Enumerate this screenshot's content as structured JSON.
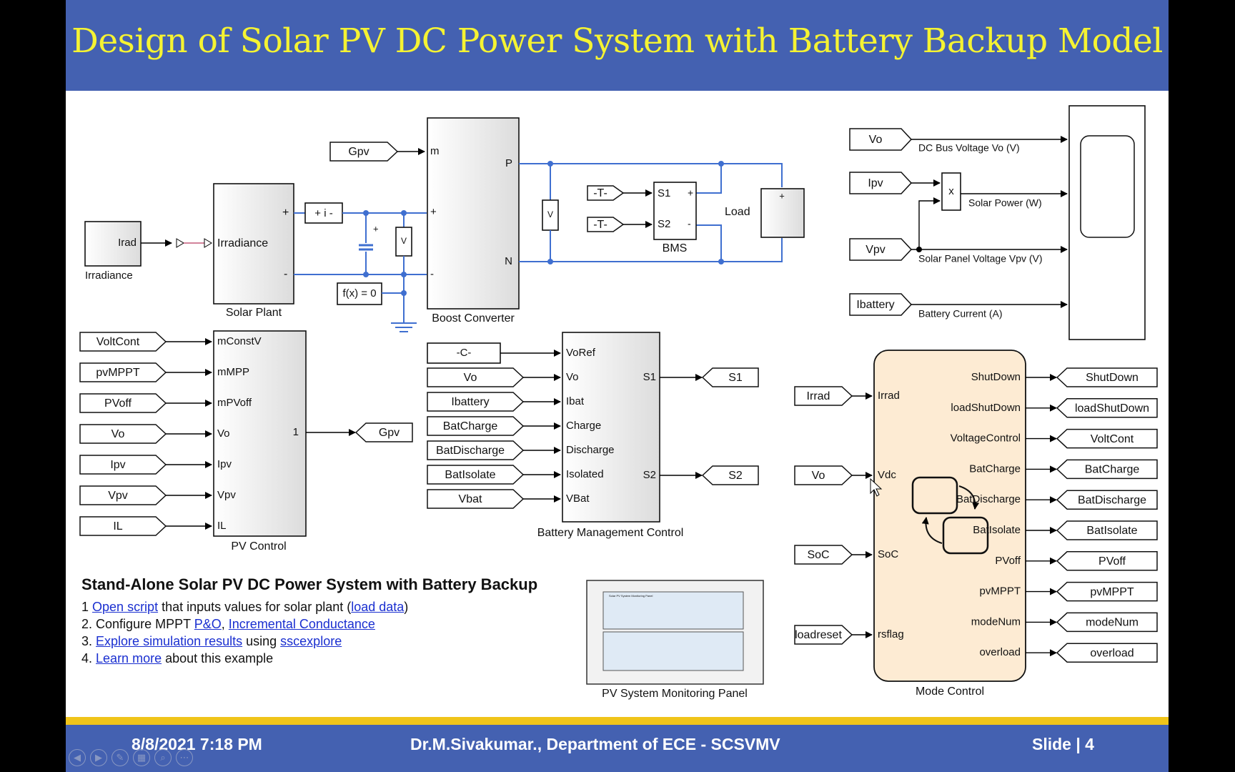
{
  "slide": {
    "title": "Design of Solar PV DC Power System with Battery Backup Model",
    "footer_date": "8/8/2021 7:18 PM",
    "footer_author": "Dr.M.Sivakumar., Department of ECE - SCSVMV",
    "footer_slide": "Slide  | 4"
  },
  "model": {
    "irradiance": {
      "inport": "Irad",
      "label": "Irradiance"
    },
    "solar_plant": {
      "port": "Irradiance",
      "label": "Solar Plant"
    },
    "gpv_goto": "Gpv",
    "boost": {
      "in_m": "m",
      "in_plus": "+",
      "in_minus": "-",
      "out_p": "P",
      "out_n": "N",
      "label": "Boost Converter"
    },
    "current_sensor": "+ i -",
    "fx": "f(x) = 0",
    "const_T": "-T-",
    "bms": {
      "s1": "S1",
      "s2": "S2",
      "label": "BMS"
    },
    "load_label": "Load",
    "scope_signals": [
      {
        "from": "Vo",
        "label": "DC Bus Voltage Vo (V)"
      },
      {
        "from": "Ipv",
        "label": "Solar Power (W)"
      },
      {
        "from": "Vpv",
        "label": "Solar Panel Voltage Vpv (V)"
      },
      {
        "from": "Ibattery",
        "label": "Battery Current (A)"
      }
    ],
    "product": "x",
    "pv_control": {
      "label": "PV Control",
      "inputs": [
        {
          "from": "VoltCont",
          "port": "mConstV"
        },
        {
          "from": "pvMPPT",
          "port": "mMPP"
        },
        {
          "from": "PVoff",
          "port": "mPVoff"
        },
        {
          "from": "Vo",
          "port": "Vo"
        },
        {
          "from": "Ipv",
          "port": "Ipv"
        },
        {
          "from": "Vpv",
          "port": "Vpv"
        },
        {
          "from": "IL",
          "port": "IL"
        }
      ],
      "out_port": "1",
      "out_goto": "Gpv"
    },
    "bm_control": {
      "label": "Battery Management Control",
      "inputs": [
        {
          "from": "-C-",
          "port": "VoRef"
        },
        {
          "from": "Vo",
          "port": "Vo"
        },
        {
          "from": "Ibattery",
          "port": "Ibat"
        },
        {
          "from": "BatCharge",
          "port": "Charge"
        },
        {
          "from": "BatDischarge",
          "port": "Discharge"
        },
        {
          "from": "BatIsolate",
          "port": "Isolated"
        },
        {
          "from": "Vbat",
          "port": "VBat"
        }
      ],
      "out1": "S1",
      "out2": "S2"
    },
    "mode_control": {
      "label": "Mode Control",
      "inputs": [
        {
          "from": "Irrad",
          "port": "Irrad"
        },
        {
          "from": "Vo",
          "port": "Vdc"
        },
        {
          "from": "SoC",
          "port": "SoC"
        },
        {
          "from": "loadreset",
          "port": "rsflag"
        }
      ],
      "outputs": [
        {
          "port": "ShutDown",
          "goto": "ShutDown"
        },
        {
          "port": "loadShutDown",
          "goto": "loadShutDown"
        },
        {
          "port": "VoltageControl",
          "goto": "VoltCont"
        },
        {
          "port": "BatCharge",
          "goto": "BatCharge"
        },
        {
          "port": "BatDischarge",
          "goto": "BatDischarge"
        },
        {
          "port": "BatIsolate",
          "goto": "BatIsolate"
        },
        {
          "port": "PVoff",
          "goto": "PVoff"
        },
        {
          "port": "pvMPPT",
          "goto": "pvMPPT"
        },
        {
          "port": "modeNum",
          "goto": "modeNum"
        },
        {
          "port": "overload",
          "goto": "overload"
        }
      ]
    },
    "monitor_panel_label": "PV System Monitoring Panel",
    "monitor_panel_caption": "Solar PV System Monitoring Panel"
  },
  "description": {
    "heading": "Stand-Alone Solar PV DC Power System with Battery Backup",
    "l1_num": "1",
    "l1_link1": "Open script",
    "l1_text1": " that inputs values for solar plant (",
    "l1_link2": "load data",
    "l1_text2": ")",
    "l2_num": "2.",
    "l2_text": "Configure MPPT ",
    "l2_link1": "P&O",
    "l2_sep": ", ",
    "l2_link2": "Incremental Conductance",
    "l3_num": "3.",
    "l3_link1": "Explore simulation results",
    "l3_text": " using ",
    "l3_link2": "sscexplore",
    "l4_num": "4.",
    "l4_link": "Learn more",
    "l4_text": " about this example"
  },
  "colors": {
    "header": "#4461b1",
    "title": "#f5f332",
    "accent_bar": "#f0c41a",
    "wire": "#3f6fd0",
    "link": "#1a2fd0",
    "chart_block": "#fdebd3"
  }
}
